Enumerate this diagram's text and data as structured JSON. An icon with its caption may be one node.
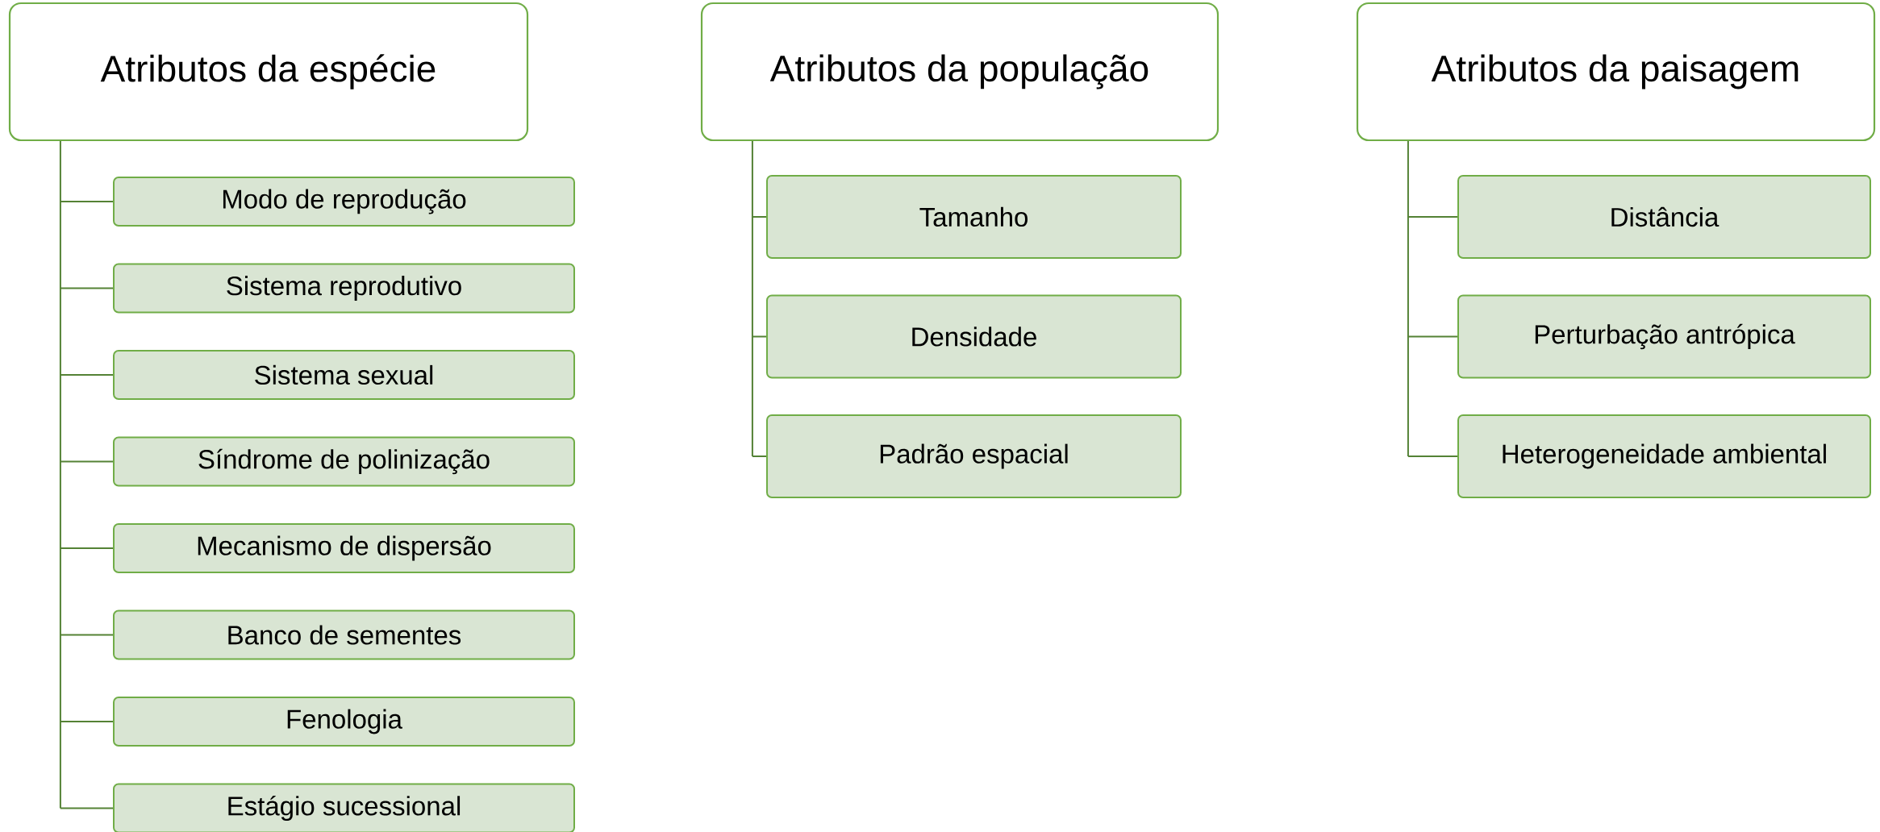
{
  "diagram": {
    "nodes": [
      {
        "text": [
          "Atributos da espécie"
        ]
      },
      {
        "text": [
          "Modo de reprodução"
        ]
      },
      {
        "text": [
          "Sistema reprodutivo"
        ]
      },
      {
        "text": [
          "Sistema sexual"
        ]
      },
      {
        "text": [
          "Síndrome de polinização"
        ]
      },
      {
        "text": [
          "Mecanismo de dispersão"
        ]
      },
      {
        "text": [
          "Banco de sementes"
        ]
      },
      {
        "text": [
          "Fenologia"
        ]
      },
      {
        "text": [
          "Estágio sucessional"
        ]
      },
      {
        "text": [
          "Atributos da população"
        ]
      },
      {
        "text": [
          "Tamanho"
        ]
      },
      {
        "text": [
          "Densidade"
        ]
      },
      {
        "text": [
          "Padrão espacial"
        ]
      },
      {
        "text": [
          "Atributos da paisagem"
        ]
      },
      {
        "text": [
          "Distância"
        ]
      },
      {
        "text": [
          "Perturbação antrópica"
        ]
      },
      {
        "text": [
          "Heterogeneidade ambiental"
        ]
      }
    ],
    "edges": [
      {
        "from": 0,
        "to": 1,
        "arrow": "none"
      },
      {
        "from": 0,
        "to": 2,
        "arrow": "none"
      },
      {
        "from": 0,
        "to": 3,
        "arrow": "none"
      },
      {
        "from": 0,
        "to": 4,
        "arrow": "none"
      },
      {
        "from": 0,
        "to": 5,
        "arrow": "none"
      },
      {
        "from": 0,
        "to": 6,
        "arrow": "none"
      },
      {
        "from": 0,
        "to": 7,
        "arrow": "none"
      },
      {
        "from": 0,
        "to": 8,
        "arrow": "none"
      },
      {
        "from": 9,
        "to": 10,
        "arrow": "none"
      },
      {
        "from": 9,
        "to": 11,
        "arrow": "none"
      },
      {
        "from": 9,
        "to": 12,
        "arrow": "none"
      },
      {
        "from": 13,
        "to": 14,
        "arrow": "none"
      },
      {
        "from": 13,
        "to": 15,
        "arrow": "none"
      },
      {
        "from": 13,
        "to": 16,
        "arrow": "none"
      }
    ]
  }
}
